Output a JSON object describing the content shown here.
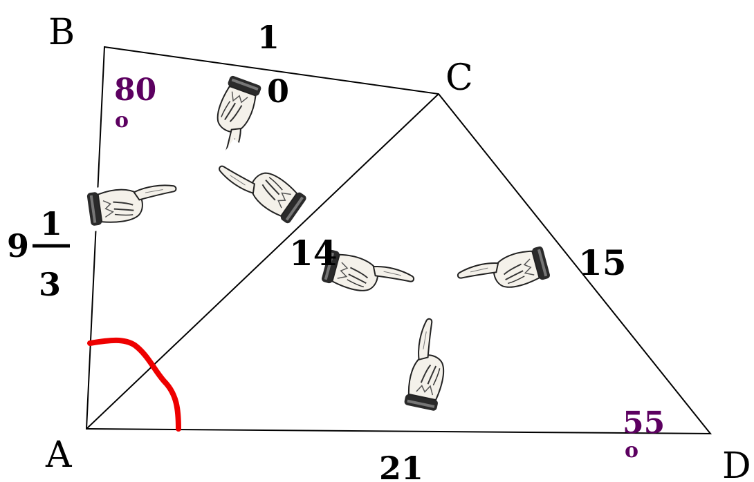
{
  "vertices": {
    "a": "A",
    "b": "B",
    "c": "C",
    "d": "D"
  },
  "side_labels": {
    "bc_top": "1",
    "bc_bottom": "0",
    "ab_whole": "9",
    "ab_numerator": "1",
    "ab_denominator": "3",
    "ac": "14",
    "cd": "15",
    "ad": "21"
  },
  "angle_labels": {
    "b_value": "80",
    "b_degree": "o",
    "d_value": "55",
    "d_degree": "o"
  },
  "colors": {
    "lines": "#000000",
    "angle_text": "#5c0060",
    "angle_arc": "#ee0000"
  },
  "icons": [
    "pointing-hand-icon"
  ]
}
